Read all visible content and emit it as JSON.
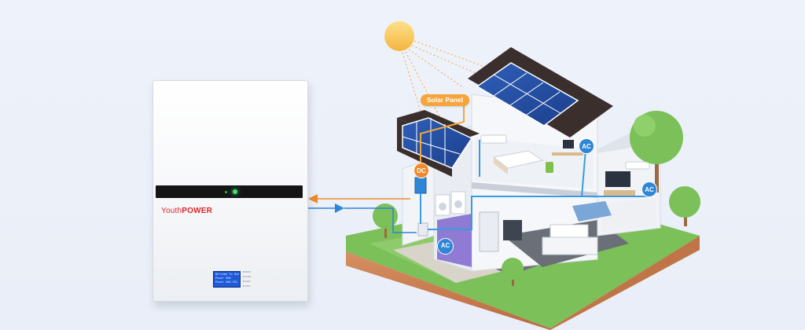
{
  "diagram": {
    "solar_label": "Solar Panel",
    "dc_label": "DC",
    "ac_label_1": "AC",
    "ac_label_2": "AC",
    "ac_label_3": "AC",
    "arrow_out_color": "#f08a2a",
    "arrow_in_color": "#2f86d6"
  },
  "battery": {
    "brand_part1": "Youth",
    "brand_part2": "POWER",
    "lcd_lines": [
      "Welcome To Use",
      "Power 5KW",
      "Power 5KW 95%"
    ],
    "indicators": [
      "RUN",
      "COM",
      "ALM",
      "SOC"
    ]
  }
}
